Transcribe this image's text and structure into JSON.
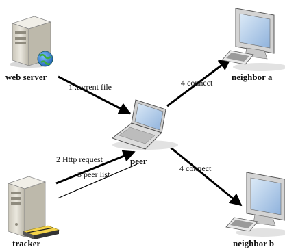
{
  "nodes": {
    "web_server": "web server",
    "peer": "peer",
    "tracker": "tracker",
    "neighbor_a": "neighbor a",
    "neighbor_b": "neighbor b"
  },
  "edges": {
    "torrent": "1 .torrent file",
    "http_request": "2 Http request",
    "peer_list": "3 peer list",
    "connect_a": "4 connect",
    "connect_b": "4 connect"
  },
  "colors": {
    "line": "#000000",
    "server_body": "#d9d6cc",
    "screen": "#a8c6e8",
    "globe": "#2a7fd4"
  },
  "icons": [
    "server-icon",
    "globe-icon",
    "laptop-icon",
    "desktop-icon",
    "printer-icon"
  ]
}
